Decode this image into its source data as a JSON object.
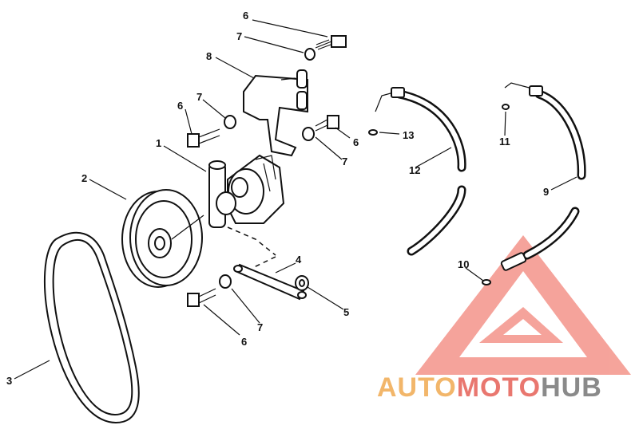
{
  "callouts": {
    "c1": "1",
    "c2": "2",
    "c3": "3",
    "c4": "4",
    "c5": "5",
    "c6a": "6",
    "c6b": "6",
    "c6c": "6",
    "c6d": "6",
    "c7a": "7",
    "c7b": "7",
    "c7c": "7",
    "c7d": "7",
    "c8": "8",
    "c9": "9",
    "c10": "10",
    "c11": "11",
    "c12": "12",
    "c13": "13"
  },
  "watermark": {
    "part1": "AUTO",
    "part2": "MOTO",
    "part3": "HUB",
    "color_auto": "#f2b66a",
    "color_moto": "#e9776f",
    "color_hub": "#8a8a8a",
    "triangle_color": "#f2857a"
  }
}
